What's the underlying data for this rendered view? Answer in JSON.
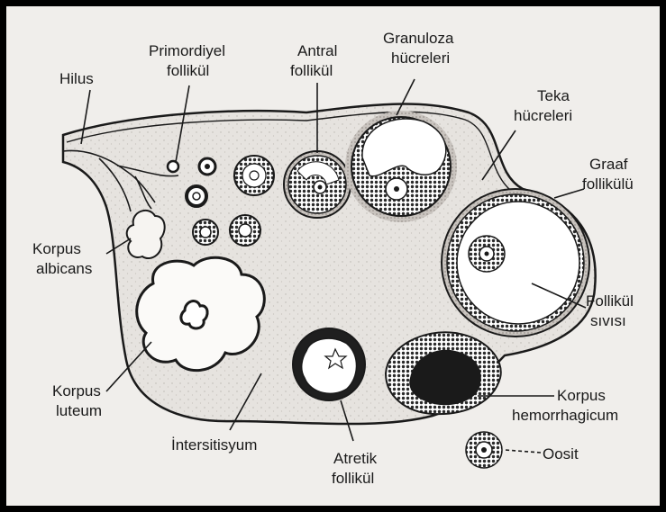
{
  "labels": {
    "hilus": "Hilus",
    "primordiyel_1": "Primordiyel",
    "primordiyel_2": "follikül",
    "antral_1": "Antral",
    "antral_2": "follikül",
    "granuloza_1": "Granuloza",
    "granuloza_2": "hücreleri",
    "teka_1": "Teka",
    "teka_2": "hücreleri",
    "graaf_1": "Graaf",
    "graaf_2": "follikülü",
    "korpus_albicans_1": "Korpus",
    "korpus_albicans_2": "albicans",
    "follikul_sivisi_1": "Follikül",
    "follikul_sivisi_2": "sıvısı",
    "korpus_luteum_1": "Korpus",
    "korpus_luteum_2": "luteum",
    "intersitisyum": "İntersitisyum",
    "atretik_1": "Atretik",
    "atretik_2": "follikül",
    "korpus_hem_1": "Korpus",
    "korpus_hem_2": "hemorrhagicum",
    "oosit": "Oosit"
  },
  "colors": {
    "outline": "#1a1a1a",
    "background": "#f0eeeb",
    "stroma": "#e6e3df",
    "granulosa": "#2e2e2e",
    "frame": "#000000"
  }
}
